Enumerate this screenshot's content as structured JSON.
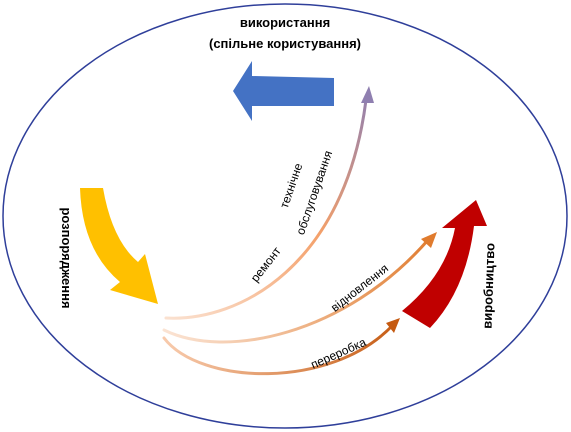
{
  "labels": {
    "usage_line1": "використання",
    "usage_line2": "(спільне користування)",
    "disposal": "розпорядження",
    "production": "виробництво",
    "maintenance_line1": "технічне",
    "maintenance_line2": "обслуговування",
    "repair": "ремонт",
    "restoration": "відновлення",
    "recycling": "переробка"
  },
  "colors": {
    "ellipse": "#2f3f9a",
    "usage_arrow": "#4472c4",
    "disposal_arrow": "#ffc000",
    "production_arrow": "#c00000",
    "flow_start": "#f8cbad",
    "flow_end": "#c55a11",
    "maintenance_end": "#8f7fb0"
  }
}
